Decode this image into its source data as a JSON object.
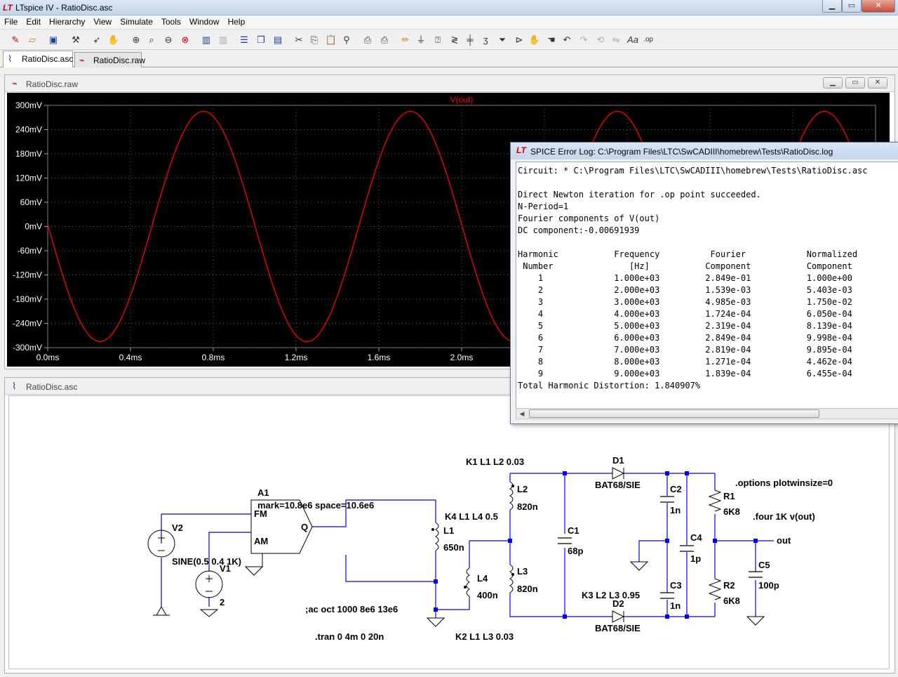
{
  "window": {
    "title": "LTspice IV - RatioDisc.asc",
    "controls": {
      "minimize": "▁",
      "restore": "▭",
      "close": "✕"
    }
  },
  "menu": [
    "File",
    "Edit",
    "Hierarchy",
    "View",
    "Simulate",
    "Tools",
    "Window",
    "Help"
  ],
  "toolbar_icons": [
    "new-schematic-icon",
    "open-icon",
    "save-icon",
    "control-panel-icon",
    "run-icon",
    "halt-icon",
    "zoom-in-icon",
    "zoom-out-icon",
    "zoom-fit-icon",
    "zoom-cancel-icon",
    "waveform-icon",
    "waveform-gray-icon",
    "tile-horizontal-icon",
    "cascade-icon",
    "tile-vertical-icon",
    "cut-icon",
    "copy-icon",
    "paste-icon",
    "find-icon",
    "print-icon",
    "print-setup-icon",
    "wire-icon",
    "ground-icon",
    "label-icon",
    "resistor-icon",
    "capacitor-icon",
    "inductor-icon",
    "diode-icon",
    "component-icon",
    "move-icon",
    "drag-icon",
    "undo-icon",
    "redo-icon",
    "rotate-icon",
    "mirror-icon",
    "text-icon",
    "spice-directive-icon"
  ],
  "tabs": [
    {
      "label": "RatioDisc.asc",
      "active": true
    },
    {
      "label": "RatioDisc.raw",
      "active": false
    }
  ],
  "plot_window": {
    "title": "RatioDisc.raw"
  },
  "schematic_window": {
    "title": "RatioDisc.asc"
  },
  "chart_data": {
    "type": "line",
    "title": "V(out)",
    "series": [
      {
        "name": "V(out)",
        "color": "#ff0000",
        "amplitude_mV": 285,
        "frequency_kHz": 1,
        "start_mV": 5,
        "phase": "falls first, min near 0.25ms"
      }
    ],
    "x_ticks": [
      "0.0ms",
      "0.4ms",
      "0.8ms",
      "1.2ms",
      "1.6ms",
      "2.0ms"
    ],
    "y_ticks": [
      "300mV",
      "240mV",
      "180mV",
      "120mV",
      "60mV",
      "0mV",
      "-60mV",
      "-120mV",
      "-180mV",
      "-240mV",
      "-300mV"
    ],
    "xlim": [
      0,
      4
    ],
    "ylim": [
      -300,
      300
    ],
    "x_unit": "ms",
    "y_unit": "mV",
    "grid": true
  },
  "error_log": {
    "title": "SPICE Error Log: C:\\Program Files\\LTC\\SwCADIII\\homebrew\\Tests\\RatioDisc.log",
    "lines": [
      "Circuit: * C:\\Program Files\\LTC\\SwCADIII\\homebrew\\Tests\\RatioDisc.asc",
      "",
      "Direct Newton iteration for .op point succeeded.",
      "N-Period=1",
      "Fourier components of V(out)",
      "DC component:-0.00691939",
      "",
      "Harmonic           Frequency          Fourier            Normalized",
      " Number               [Hz]           Component           Component",
      "    1              1.000e+03         2.849e-01           1.000e+00",
      "    2              2.000e+03         1.539e-03           5.403e-03",
      "    3              3.000e+03         4.985e-03           1.750e-02",
      "    4              4.000e+03         1.724e-04           6.050e-04",
      "    5              5.000e+03         2.319e-04           8.139e-04",
      "    6              6.000e+03         2.849e-04           9.998e-04",
      "    7              7.000e+03         2.819e-04           9.895e-04",
      "    8              8.000e+03         1.271e-04           4.462e-04",
      "    9              9.000e+03         1.839e-04           6.455e-04",
      "Total Harmonic Distortion: 1.840907%"
    ]
  },
  "schematic": {
    "A1": "A1",
    "A1_params": "mark=10.8e6 space=10.6e6",
    "pin_fm": "FM",
    "pin_am": "AM",
    "pin_q": "Q",
    "V2": "V2",
    "V1": "V1",
    "V1_value": "SINE(0.5 0.4 1K)",
    "V1_value2": "2",
    "K1": "K1 L1 L2 0.03",
    "K4": "K4 L1 L4 0.5",
    "K3": "K3 L2 L3 0.95",
    "K2": "K2 L1 L3 0.03",
    "L1": "L1",
    "L1_val": "650n",
    "L2": "L2",
    "L2_val": "820n",
    "L3": "L3",
    "L3_val": "820n",
    "L4": "L4",
    "L4_val": "400n",
    "C1": "C1",
    "C1_val": "68p",
    "C2": "C2",
    "C2_val": "1n",
    "C3": "C3",
    "C3_val": "1n",
    "C4": "C4",
    "C4_val": "1p",
    "C5": "C5",
    "C5_val": "100p",
    "D1": "D1",
    "D1_val": "BAT68/SIE",
    "D2": "D2",
    "D2_val": "BAT68/SIE",
    "R1": "R1",
    "R1_val": "6K8",
    "R2": "R2",
    "R2_val": "6K8",
    "options": ".options plotwinsize=0",
    "four": ".four 1K v(out)",
    "ac": ";ac oct 1000 8e6 13e6",
    "tran": ".tran 0 4m 0 20n",
    "out_label": "out"
  }
}
